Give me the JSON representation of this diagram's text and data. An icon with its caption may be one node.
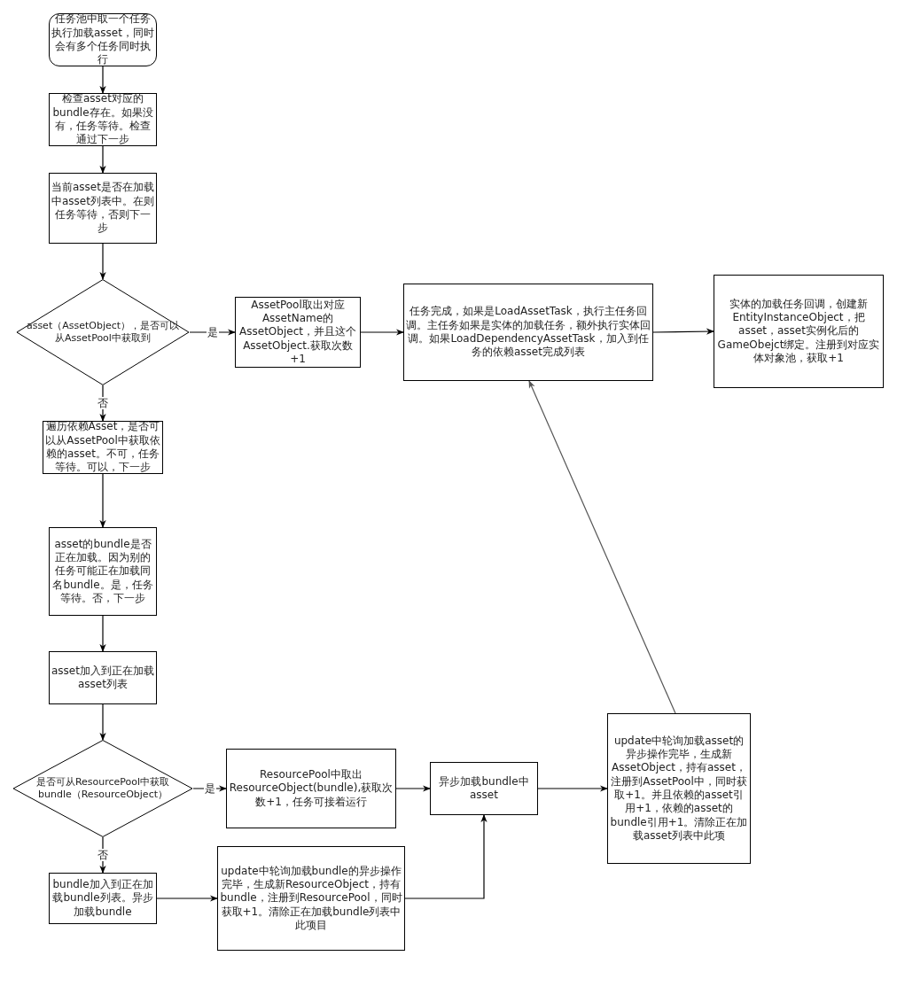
{
  "diagram": {
    "nodes": [
      {
        "text": [
          "任务池中取一个任务执行加载asset，同时会有多个任务同时执行"
        ]
      },
      {
        "text": [
          "检查asset对应的bundle存在。如果没有，任务等待。检查通过下一步"
        ]
      },
      {
        "text": [
          "当前asset是否在加载中asset列表中。在则任务等待，否则下一步"
        ]
      },
      {
        "text": [
          "asset（AssetObject），是否可以从AssetPool中获取到"
        ]
      },
      {
        "text": [
          "AssetPool取出对应AssetName的AssetObject，并且这个AssetObject.获取次数+1"
        ]
      },
      {
        "text": [
          "任务完成，如果是LoadAssetTask，执行主任务回调。主任务如果是实体的加载任务，额外执行实体回调。如果LoadDependencyAssetTask，加入到任务的依赖asset完成列表"
        ]
      },
      {
        "text": [
          "实体的加载任务回调，创建新EntityInstanceObject，把asset，asset实例化后的GameObejct绑定。注册到对应实体对象池，获取+1"
        ]
      },
      {
        "text": [
          "遍历依赖Asset，是否可以从AssetPool中获取依赖的asset。不可，任务等待。可以，下一步"
        ]
      },
      {
        "text": [
          "asset的bundle是否正在加载。因为别的任务可能正在加载同名bundle。是，任务等待。否，下一步"
        ]
      },
      {
        "text": [
          "asset加入到正在加载asset列表"
        ]
      },
      {
        "text": [
          "是否可从ResourcePool中获取bundle（ResourceObject）"
        ]
      },
      {
        "text": [
          "ResourcePool中取出ResourceObject(bundle),获取次数+1，任务可接着运行"
        ]
      },
      {
        "text": [
          "异步加载bundle中asset"
        ]
      },
      {
        "text": [
          "update中轮询加载asset的异步操作完毕，生成新AssetObject，持有asset，注册到AssetPool中，同时获取+1。并且依赖的asset引用+1，依赖的asset的bundle引用+1。清除正在加载asset列表中此项"
        ]
      },
      {
        "text": [
          "bundle加入到正在加载bundle列表。异步加载bundle"
        ]
      },
      {
        "text": [
          "update中轮询加载bundle的异步操作完毕，生成新ResourceObject，持有bundle，注册到ResourcePool，同时获取+1。清除正在加载bundle列表中此项目"
        ]
      }
    ],
    "edges": [
      {
        "from": 0,
        "to": 1,
        "arrow": "to"
      },
      {
        "from": 1,
        "to": 2,
        "arrow": "to"
      },
      {
        "from": 2,
        "to": 3,
        "arrow": "to"
      },
      {
        "from": 3,
        "to": 4,
        "arrow": "to",
        "label": "是"
      },
      {
        "from": 4,
        "to": 5,
        "arrow": "to"
      },
      {
        "from": 5,
        "to": 6,
        "arrow": "to"
      },
      {
        "from": 3,
        "to": 7,
        "arrow": "to",
        "label": "否"
      },
      {
        "from": 7,
        "to": 8,
        "arrow": "to"
      },
      {
        "from": 8,
        "to": 9,
        "arrow": "to"
      },
      {
        "from": 9,
        "to": 10,
        "arrow": "to"
      },
      {
        "from": 10,
        "to": 11,
        "arrow": "to",
        "label": "是"
      },
      {
        "from": 11,
        "to": 12,
        "arrow": "to"
      },
      {
        "from": 12,
        "to": 13,
        "arrow": "to"
      },
      {
        "from": 10,
        "to": 14,
        "arrow": "to",
        "label": "否"
      },
      {
        "from": 14,
        "to": 15,
        "arrow": "to"
      },
      {
        "from": 15,
        "to": 12,
        "arrow": "to"
      },
      {
        "from": 13,
        "to": 5,
        "arrow": "to",
        "color": "#555555"
      }
    ]
  }
}
